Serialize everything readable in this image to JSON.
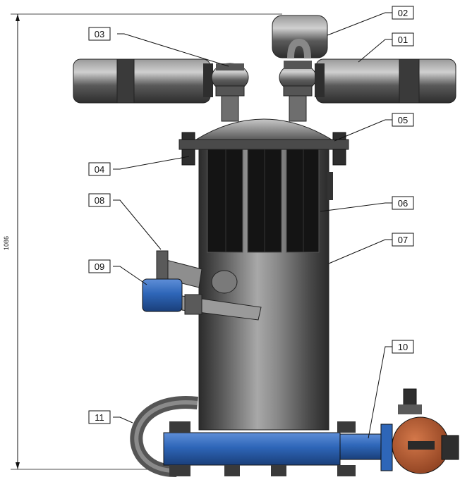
{
  "dimension": {
    "value": "1086"
  },
  "callouts": [
    {
      "id": "01",
      "label": "01"
    },
    {
      "id": "02",
      "label": "02"
    },
    {
      "id": "03",
      "label": "03"
    },
    {
      "id": "04",
      "label": "04"
    },
    {
      "id": "05",
      "label": "05"
    },
    {
      "id": "06",
      "label": "06"
    },
    {
      "id": "07",
      "label": "07"
    },
    {
      "id": "08",
      "label": "08"
    },
    {
      "id": "09",
      "label": "09"
    },
    {
      "id": "10",
      "label": "10"
    },
    {
      "id": "11",
      "label": "11"
    }
  ],
  "colors": {
    "steel_dark": "#3a3a3a",
    "steel_mid": "#6e6e6e",
    "steel_light": "#b8b8b8",
    "flange_blue": "#2e66b8",
    "motor_blue": "#2a4f9a",
    "valve_copper": "#b5582e",
    "line": "#111111"
  }
}
